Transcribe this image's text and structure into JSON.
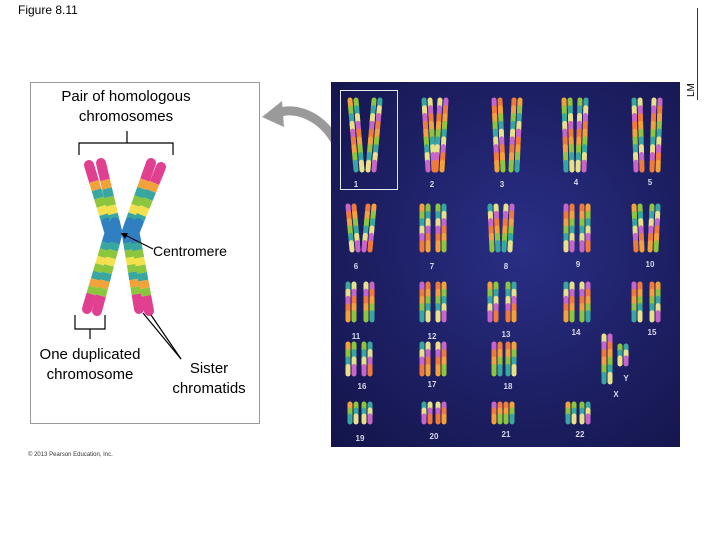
{
  "figure_label": "Figure 8.11",
  "lm_label": "LM",
  "copyright": "© 2013 Pearson Education, Inc.",
  "diagram": {
    "pair_label": "Pair of homologous chromosomes",
    "centromere_label": "Centromere",
    "one_duplicated_label": "One duplicated chromosome",
    "sister_label": "Sister chromatids"
  },
  "karyotype": {
    "numbers": [
      "1",
      "2",
      "3",
      "4",
      "5",
      "6",
      "7",
      "8",
      "9",
      "10",
      "11",
      "12",
      "13",
      "14",
      "15",
      "16",
      "17",
      "18",
      "X",
      "Y",
      "19",
      "20",
      "21",
      "22"
    ]
  },
  "colors": {
    "band_magenta": "#e0408f",
    "band_orange": "#f2a23a",
    "band_teal": "#3aa6a0",
    "band_green": "#8cc63f",
    "band_yellow": "#f4e04d",
    "band_blue": "#2f7fc1",
    "panel_bg": "#1d1f63",
    "arrow_gray": "#9a9a9a"
  }
}
